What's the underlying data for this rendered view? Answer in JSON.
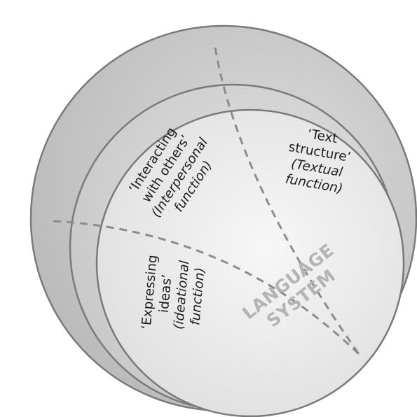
{
  "diagram": {
    "regions": {
      "interpersonal": {
        "lines": [
          "‘Interacting",
          "with others’",
          "(Interpersonal",
          "function)"
        ],
        "italic": [
          false,
          false,
          true,
          true
        ]
      },
      "textual": {
        "lines": [
          "‘Text",
          "structure’",
          "(Textual",
          "function)"
        ],
        "italic": [
          false,
          false,
          true,
          true
        ]
      },
      "ideational": {
        "lines": [
          "‘Expressing",
          "ideas’",
          "(ideational",
          "function)"
        ],
        "italic": [
          false,
          false,
          true,
          true
        ]
      }
    },
    "system_label": {
      "line1": "LANGUAGE",
      "line2": "SYSTEM"
    },
    "colors": {
      "outer_sphere": "#c9c9c9",
      "middle_sphere": "#d6d6d6",
      "inner_sphere": "#e9e9e9",
      "outline": "#7a7a7a",
      "dashed_line": "#8c8c8c",
      "label_text": "#1e1e1e",
      "system_text": "#b4b4b4"
    }
  }
}
